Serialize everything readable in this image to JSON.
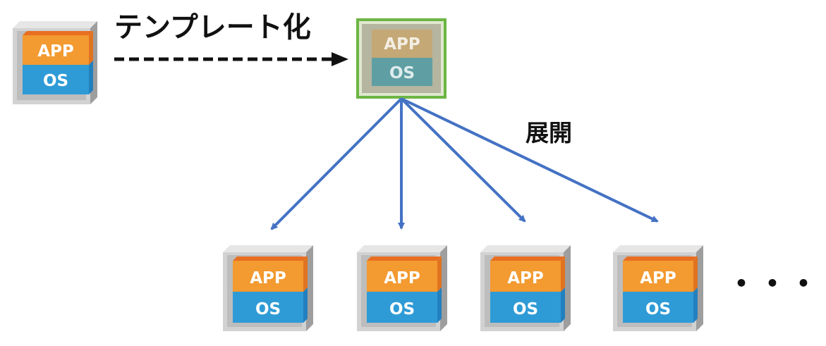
{
  "template_step": {
    "label": "テンプレート化"
  },
  "deploy_step": {
    "label": "展開"
  },
  "layers": {
    "app": "APP",
    "os": "OS"
  },
  "more_indicator": "・・・",
  "colors": {
    "app": "#f39a30",
    "app_dark": "#e07320",
    "app_top": "#e86f22",
    "os": "#2f9bd6",
    "os_dark": "#2380bf",
    "frame": "#d2d2d2",
    "frame_shade": "#9e9e9e",
    "template_border": "#6cb544",
    "template_fill": "#b5b5a0",
    "arrow": "#4472c4"
  }
}
